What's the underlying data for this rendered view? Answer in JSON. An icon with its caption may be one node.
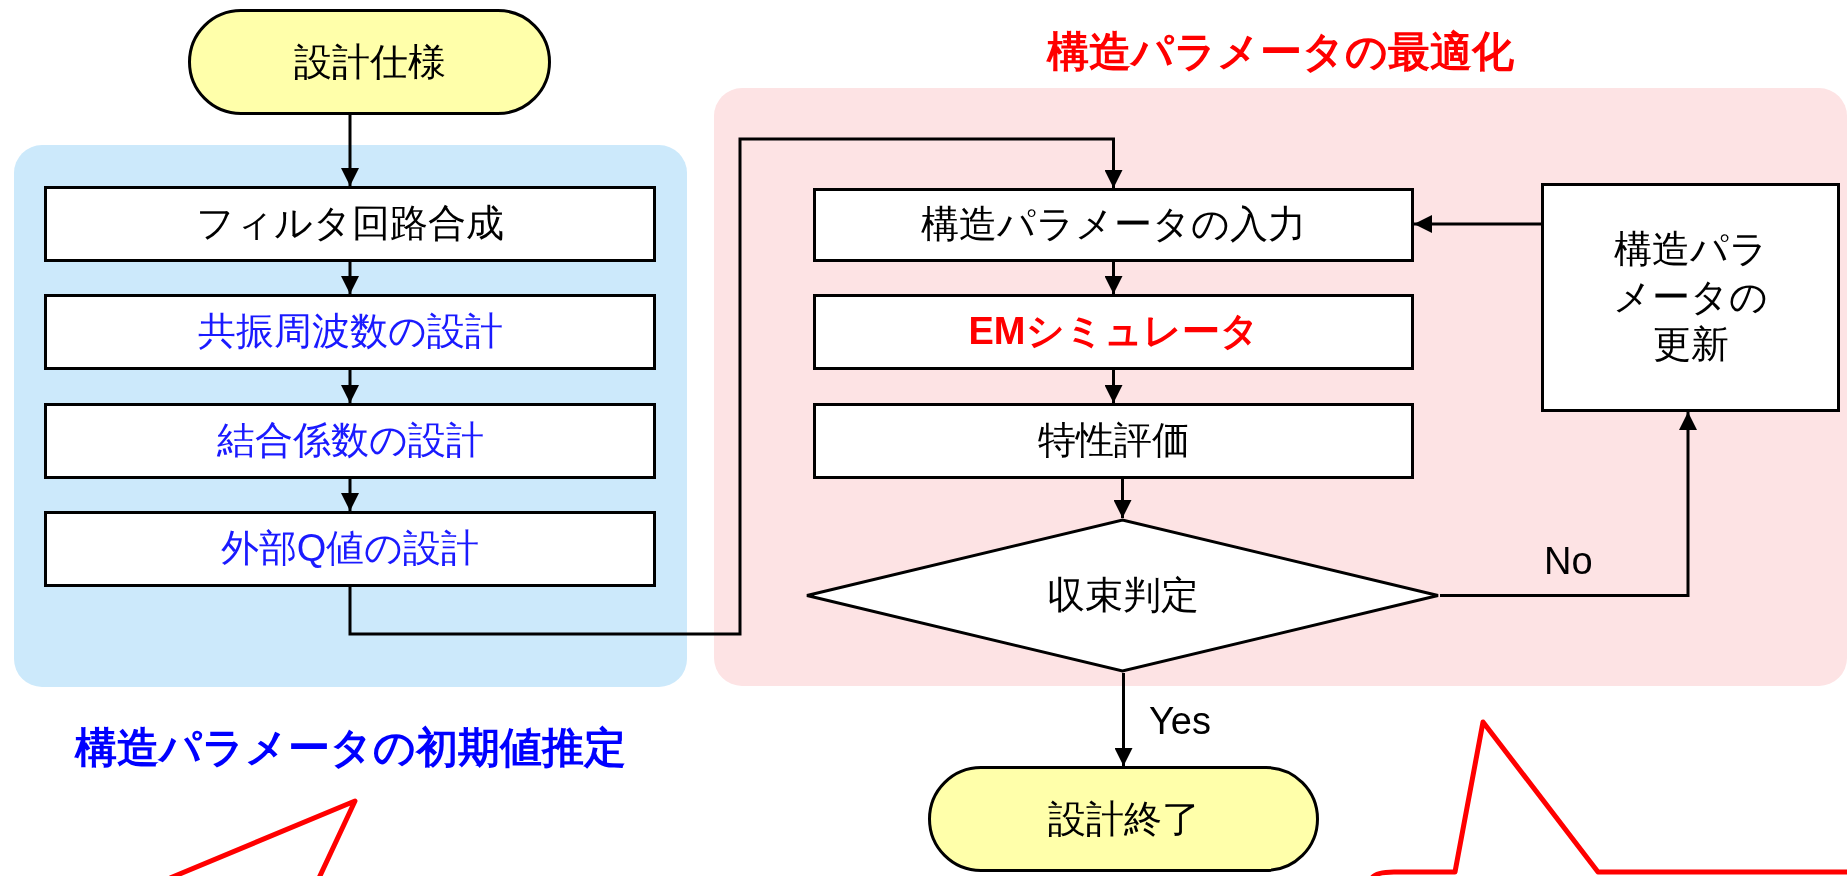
{
  "diagram": {
    "nodes": [
      {
        "text": [
          "設計仕様"
        ]
      },
      {
        "text": [
          "構造パラメータの初期値推定"
        ]
      },
      {
        "text": [
          "フィルタ回路合成"
        ],
        "in": 1
      },
      {
        "text": [
          "共振周波数の設計"
        ],
        "in": 1
      },
      {
        "text": [
          "結合係数の設計"
        ],
        "in": 1
      },
      {
        "text": [
          "外部Q値の設計"
        ],
        "in": 1
      },
      {
        "text": [
          "構造パラメータの最適化"
        ]
      },
      {
        "text": [
          "構造パラメータの入力"
        ],
        "in": 6
      },
      {
        "text": [
          "EMシミュレータ"
        ],
        "in": 6
      },
      {
        "text": [
          "特性評価"
        ],
        "in": 6
      },
      {
        "text": [
          "収束判定"
        ],
        "in": 6
      },
      {
        "text": [
          "構造パラメータの更新"
        ],
        "in": 6
      },
      {
        "text": [
          "設計終了"
        ]
      }
    ],
    "edges": [
      {
        "from": 0,
        "to": 2,
        "arrow": "to"
      },
      {
        "from": 2,
        "to": 3,
        "arrow": "to"
      },
      {
        "from": 3,
        "to": 4,
        "arrow": "to"
      },
      {
        "from": 4,
        "to": 5,
        "arrow": "to"
      },
      {
        "from": 5,
        "to": 7,
        "arrow": "to"
      },
      {
        "from": 7,
        "to": 8,
        "arrow": "to"
      },
      {
        "from": 8,
        "to": 9,
        "arrow": "to"
      },
      {
        "from": 9,
        "to": 10,
        "arrow": "to"
      },
      {
        "from": 10,
        "to": 11,
        "label": "No",
        "arrow": "to"
      },
      {
        "from": 11,
        "to": 7,
        "arrow": "to"
      },
      {
        "from": 10,
        "to": 12,
        "label": "Yes",
        "arrow": "to"
      }
    ]
  }
}
